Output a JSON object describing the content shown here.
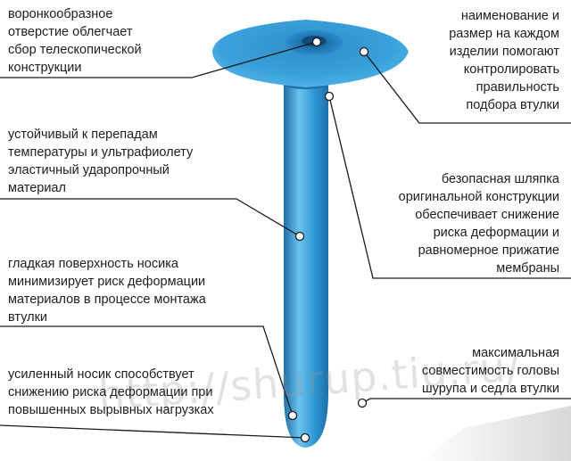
{
  "colors": {
    "dowel_fill": "#2e96d2",
    "dowel_dark": "#1d6fa8",
    "dowel_light": "#6cc2ef",
    "leader_line": "#1a1a1a",
    "text": "#1e1e1e"
  },
  "callouts": {
    "left": [
      {
        "id": "funnel-hole",
        "text": "воронкообразное\nотверстие облегчает\nсбор телескопической\nконструкции"
      },
      {
        "id": "elastic-material",
        "text": "устойчивый к перепадам\nтемпературы и ультрафиолету\nэластичный ударопрочный\nматериал"
      },
      {
        "id": "smooth-tip",
        "text": "гладкая поверхность носика\nминимизирует риск деформации\nматериалов в процессе монтажа\nвтулки"
      },
      {
        "id": "reinforced-tip",
        "text": "усиленный носик способствует\nснижению риска деформации при\nповышенных вырывных нагрузках"
      }
    ],
    "right": [
      {
        "id": "name-and-size",
        "text": "наименование и\nразмер на каждом\nизделии помогают\nконтролировать\nправильность\nподбора втулки"
      },
      {
        "id": "safe-head",
        "text": "безопасная шляпка\nоригинальной конструкции\nобеспечивает снижение\nриска деформации и\nравномерное прижатие\nмембраны"
      },
      {
        "id": "compatibility",
        "text": "максимальная\nсовместимость головы\nшурупа и седла втулки"
      }
    ]
  },
  "watermark": "http://shurup.tiu.ru/"
}
